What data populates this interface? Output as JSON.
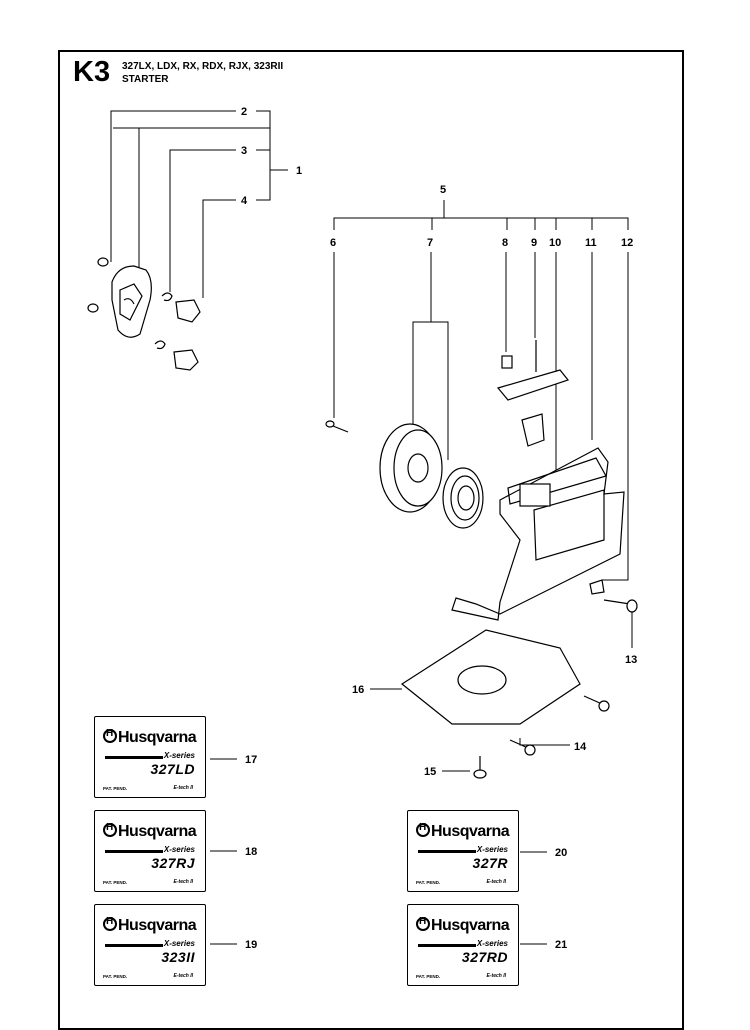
{
  "header": {
    "code": "K3",
    "models": "327LX, LDX, RX, RDX, RJX, 323RII",
    "title": "STARTER"
  },
  "callouts": [
    "1",
    "2",
    "3",
    "4",
    "5",
    "6",
    "7",
    "8",
    "9",
    "10",
    "11",
    "12",
    "13",
    "14",
    "15",
    "16",
    "17",
    "18",
    "19",
    "20",
    "21"
  ],
  "decals": [
    {
      "id": "17",
      "brand": "Husqvarna",
      "series": "X-series",
      "model": "327LD",
      "pat": "PAT. PEND.",
      "tech": "E-tech II"
    },
    {
      "id": "18",
      "brand": "Husqvarna",
      "series": "X-series",
      "model": "327RJ",
      "pat": "PAT. PEND.",
      "tech": "E-tech II"
    },
    {
      "id": "19",
      "brand": "Husqvarna",
      "series": "X-series",
      "model": "323II",
      "pat": "PAT. PEND.",
      "tech": "E-tech II"
    },
    {
      "id": "20",
      "brand": "Husqvarna",
      "series": "X-series",
      "model": "327R",
      "pat": "PAT. PEND.",
      "tech": "E-tech II"
    },
    {
      "id": "21",
      "brand": "Husqvarna",
      "series": "X-series",
      "model": "327RD",
      "pat": "PAT. PEND.",
      "tech": "E-tech II"
    }
  ]
}
